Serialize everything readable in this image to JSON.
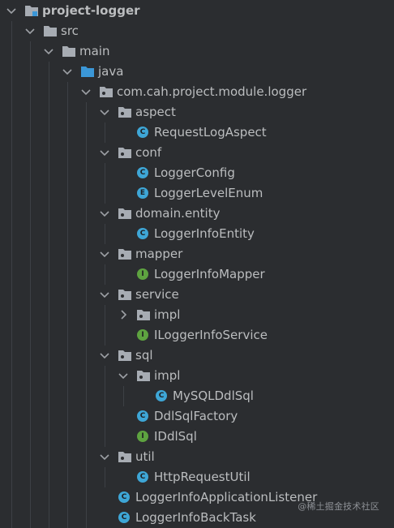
{
  "colors": {
    "background": "#2b2d30",
    "text": "#bbbdbf",
    "folder": "#a7acb3",
    "source_root_folder": "#3b97d7",
    "class_badge": "#3ea6d6",
    "enum_badge": "#3ea6d6",
    "interface_badge": "#5ea340",
    "project_module_badge": "#3b97d7"
  },
  "tree": [
    {
      "label": "project-logger",
      "icon": "module-folder-icon",
      "depth": 0,
      "expanded": true,
      "bold": true
    },
    {
      "label": "src",
      "icon": "folder-icon",
      "depth": 1,
      "expanded": true
    },
    {
      "label": "main",
      "icon": "folder-icon",
      "depth": 2,
      "expanded": true
    },
    {
      "label": "java",
      "icon": "source-root-folder-icon",
      "depth": 3,
      "expanded": true
    },
    {
      "label": "com.cah.project.module.logger",
      "icon": "package-icon",
      "depth": 4,
      "expanded": true
    },
    {
      "label": "aspect",
      "icon": "package-icon",
      "depth": 5,
      "expanded": true
    },
    {
      "label": "RequestLogAspect",
      "icon": "class-icon",
      "badge": "C",
      "depth": 6
    },
    {
      "label": "conf",
      "icon": "package-icon",
      "depth": 5,
      "expanded": true
    },
    {
      "label": "LoggerConfig",
      "icon": "class-icon",
      "badge": "C",
      "depth": 6
    },
    {
      "label": "LoggerLevelEnum",
      "icon": "enum-icon",
      "badge": "E",
      "depth": 6
    },
    {
      "label": "domain.entity",
      "icon": "package-icon",
      "depth": 5,
      "expanded": true
    },
    {
      "label": "LoggerInfoEntity",
      "icon": "class-icon",
      "badge": "C",
      "depth": 6
    },
    {
      "label": "mapper",
      "icon": "package-icon",
      "depth": 5,
      "expanded": true
    },
    {
      "label": "LoggerInfoMapper",
      "icon": "interface-icon",
      "badge": "I",
      "depth": 6
    },
    {
      "label": "service",
      "icon": "package-icon",
      "depth": 5,
      "expanded": true
    },
    {
      "label": "impl",
      "icon": "package-icon",
      "depth": 6,
      "expanded": false
    },
    {
      "label": "ILoggerInfoService",
      "icon": "interface-icon",
      "badge": "I",
      "depth": 6
    },
    {
      "label": "sql",
      "icon": "package-icon",
      "depth": 5,
      "expanded": true
    },
    {
      "label": "impl",
      "icon": "package-icon",
      "depth": 6,
      "expanded": true
    },
    {
      "label": "MySQLDdlSql",
      "icon": "class-icon",
      "badge": "C",
      "depth": 7
    },
    {
      "label": "DdlSqlFactory",
      "icon": "class-icon",
      "badge": "C",
      "depth": 6
    },
    {
      "label": "IDdlSql",
      "icon": "interface-icon",
      "badge": "I",
      "depth": 6
    },
    {
      "label": "util",
      "icon": "package-icon",
      "depth": 5,
      "expanded": true
    },
    {
      "label": "HttpRequestUtil",
      "icon": "class-icon",
      "badge": "C",
      "depth": 6
    },
    {
      "label": "LoggerInfoApplicationListener",
      "icon": "class-icon",
      "badge": "C",
      "depth": 5
    },
    {
      "label": "LoggerInfoBackTask",
      "icon": "class-icon",
      "badge": "C",
      "depth": 5
    }
  ],
  "watermark": "@稀土掘金技术社区"
}
